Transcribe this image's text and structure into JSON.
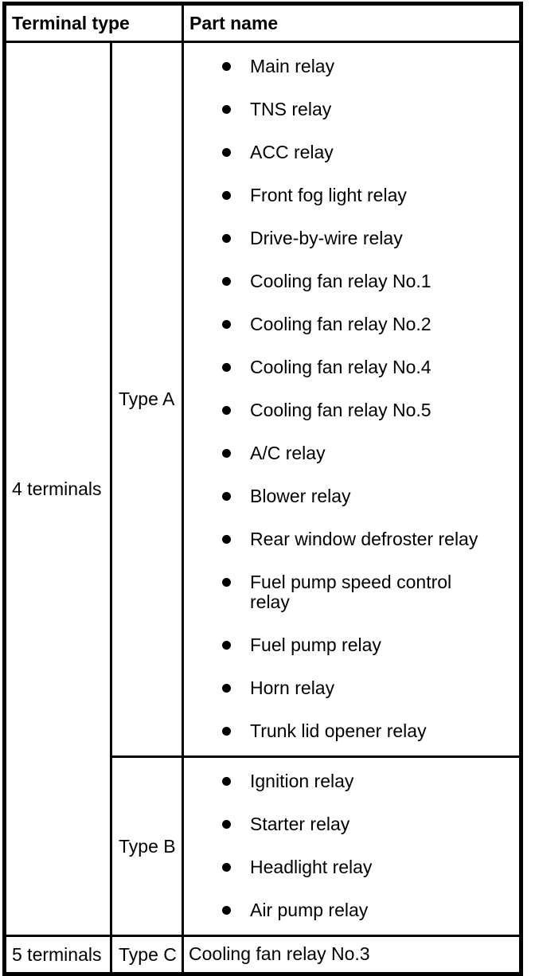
{
  "colors": {
    "background": "#ffffff",
    "border": "#000000",
    "text": "#000000"
  },
  "table": {
    "header": {
      "terminal_type": "Terminal type",
      "part_name": "Part name"
    },
    "groups": [
      {
        "terminal": "4 terminals",
        "types": [
          {
            "type": "Type A",
            "parts": [
              "Main relay",
              "TNS relay",
              "ACC relay",
              "Front fog light relay",
              "Drive-by-wire relay",
              "Cooling fan relay No.1",
              "Cooling fan relay No.2",
              "Cooling fan relay No.4",
              "Cooling fan relay No.5",
              "A/C relay",
              "Blower relay",
              "Rear window defroster relay",
              "Fuel pump speed control\nrelay",
              "Fuel pump relay",
              "Horn relay",
              "Trunk lid opener relay"
            ]
          },
          {
            "type": "Type B",
            "parts": [
              "Ignition relay",
              "Starter relay",
              "Headlight relay",
              "Air pump relay"
            ]
          }
        ]
      },
      {
        "terminal": "5 terminals",
        "types": [
          {
            "type": "Type C",
            "parts": [
              "Cooling fan relay No.3"
            ]
          }
        ]
      }
    ]
  }
}
